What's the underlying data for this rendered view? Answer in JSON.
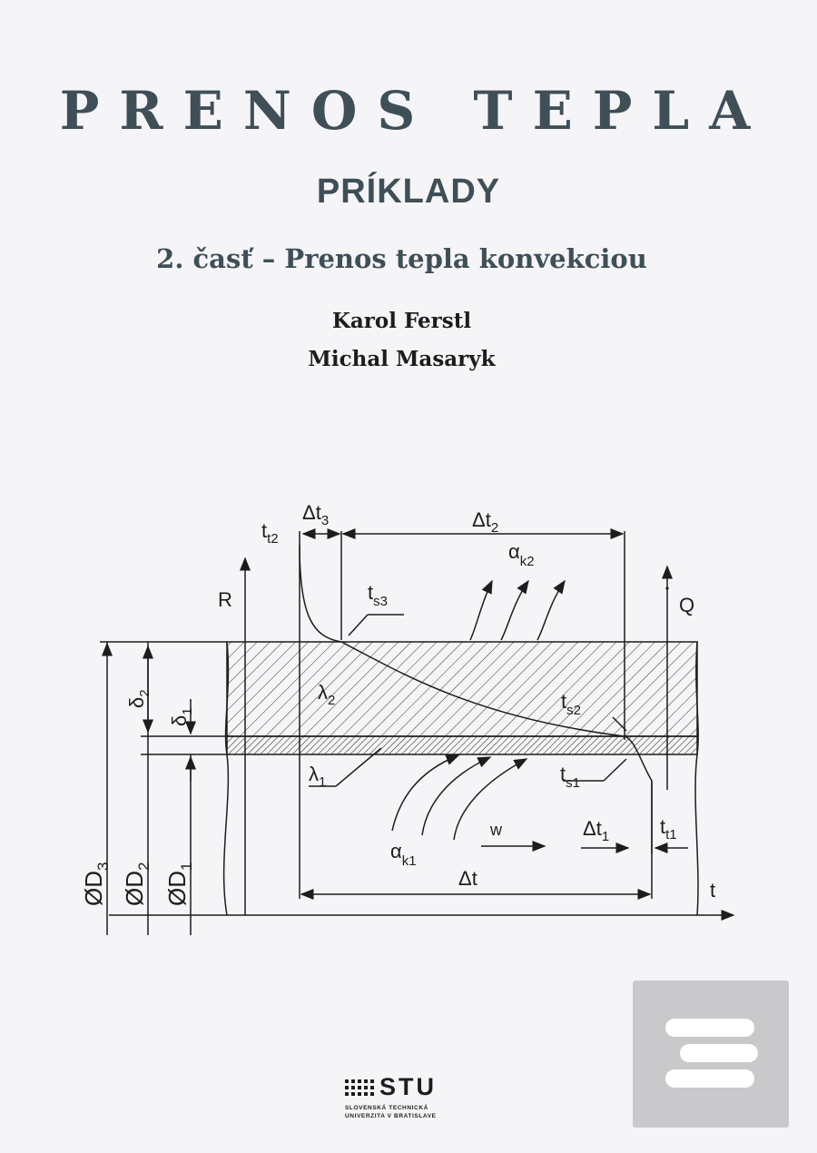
{
  "cover": {
    "title": "PRENOS TEPLA",
    "subtitle": "PRÍKLADY",
    "part": "2. časť – Prenos tepla konvekciou",
    "authors": [
      "Karol Ferstl",
      "Michal Masaryk"
    ]
  },
  "diagram": {
    "labels": {
      "dt3": "Δt",
      "dt3_sub": "3",
      "dt2": "Δt",
      "dt2_sub": "2",
      "tt2": "t",
      "tt2_sub": "t2",
      "ak2": "α",
      "ak2_sub": "k2",
      "ts3": "t",
      "ts3_sub": "s3",
      "R": "R",
      "Q": "Q",
      "delta2": "δ",
      "delta2_sub": "2",
      "delta1": "δ",
      "delta1_sub": "1",
      "lambda2": "λ",
      "lambda2_sub": "2",
      "ts2": "t",
      "ts2_sub": "s2",
      "lambda1": "λ",
      "lambda1_sub": "1",
      "ts1": "t",
      "ts1_sub": "s1",
      "D3": "ØD",
      "D3_sub": "3",
      "D2": "ØD",
      "D2_sub": "2",
      "D1": "ØD",
      "D1_sub": "1",
      "ak1": "α",
      "ak1_sub": "k1",
      "w": "w",
      "dt1": "Δt",
      "dt1_sub": "1",
      "tt1": "t",
      "tt1_sub": "t1",
      "dt": "Δt",
      "t": "t"
    }
  },
  "publisher": {
    "name": "STU",
    "line1": "SLOVENSKÁ TECHNICKÁ",
    "line2": "UNIVERZITA V BRATISLAVE"
  },
  "colors": {
    "title": "#3f4f58",
    "ink": "#1d1d1f",
    "badge": "#c9c9cb"
  }
}
